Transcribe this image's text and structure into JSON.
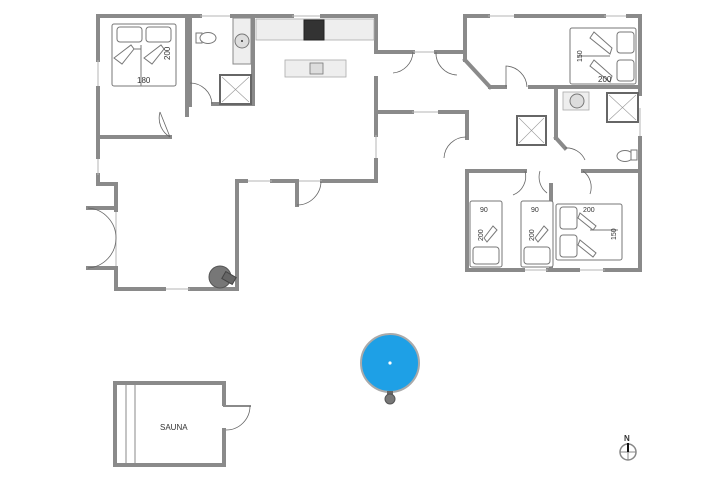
{
  "plan": {
    "rooms": {
      "bedroom_1": {
        "bed_width": "180",
        "bed_length": "200"
      },
      "bedroom_2": {
        "bed_width": "150",
        "bed_length": "200"
      },
      "bedroom_3": {
        "bed_width": "90",
        "bed_length": "200"
      },
      "bedroom_4": {
        "bed_width": "90",
        "bed_length": "200"
      },
      "bedroom_5": {
        "bed_width": "150",
        "bed_length": "200"
      }
    },
    "sauna": {
      "label": "SAUNA"
    },
    "compass": {
      "label": "N"
    },
    "colors": {
      "wall": "#9a9a9a",
      "pool": "#1ea0e6",
      "stove": "#333333",
      "background": "#ffffff"
    }
  }
}
